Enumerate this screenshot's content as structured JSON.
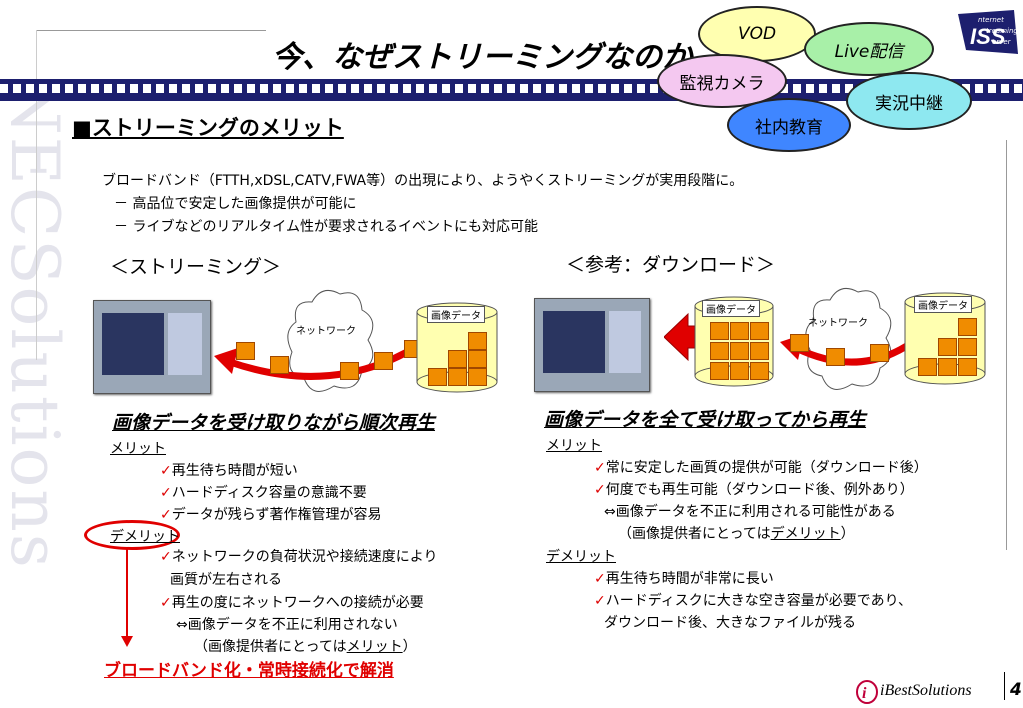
{
  "title": "今、なぜストリーミングなのか",
  "watermark": "NECSolutions",
  "tags": [
    "VOD",
    "Live配信",
    "監視カメラ",
    "実況中継",
    "社内教育"
  ],
  "logo": {
    "line1": "nternet",
    "line2": "treaming",
    "line3": "erver",
    "letters": "ISS"
  },
  "section_heading": "■ストリーミングのメリット",
  "intro": {
    "line1": "ブロードバンド（FTTH,xDSL,CATV,FWA等）の出現により、ようやくストリーミングが実用段階に。",
    "line2": "－ 高品位で安定した画像提供が可能に",
    "line3": "－ ライブなどのリアルタイム性が要求されるイベントにも対応可能"
  },
  "left": {
    "heading": "＜ストリーミング＞",
    "network_label": "ネットワーク",
    "data_label": "画像データ",
    "caption": "画像データを受け取りながら順次再生",
    "merit_label": "メリット",
    "merits": [
      "再生待ち時間が短い",
      "ハードディスク容量の意識不要",
      "データが残らず著作権管理が容易"
    ],
    "demerit_label": "デメリット",
    "demerits": [
      {
        "l1": "ネットワークの負荷状況や接続速度により",
        "l2": "画質が左右される"
      },
      {
        "l1": "再生の度にネットワークへの接続が必要",
        "l2": "⇔画像データを不正に利用されない",
        "l3a": "（画像提供者にとっては",
        "l3b": "メリット",
        "l3c": "）"
      }
    ],
    "conclusion": "ブロードバンド化・常時接続化で解消"
  },
  "right": {
    "heading": "＜参考：ダウンロード＞",
    "network_label": "ネットワーク",
    "data_label_a": "画像データ",
    "data_label_b": "画像データ",
    "caption": "画像データを全て受け取ってから再生",
    "merit_label": "メリット",
    "merits": [
      {
        "l1": "常に安定した画質の提供が可能（ダウンロード後）"
      },
      {
        "l1": "何度でも再生可能（ダウンロード後、例外あり）",
        "l2": "⇔画像データを不正に利用される可能性がある",
        "l3a": "（画像提供者にとっては",
        "l3b": "デメリット",
        "l3c": "）"
      }
    ],
    "demerit_label": "デメリット",
    "demerits": [
      {
        "l1": "再生待ち時間が非常に長い"
      },
      {
        "l1": "ハードディスクに大きな空き容量が必要であり、",
        "l2": "ダウンロード後、大きなファイルが残る"
      }
    ]
  },
  "footer": {
    "brand": "iBestSolutions",
    "page": "4"
  },
  "colors": {
    "film": "#1d1f6e",
    "accent_red": "#e00000",
    "orange": "#f08c00",
    "cylinder": "#ffffb0",
    "tag_yellow": "#ffffb0",
    "tag_green": "#a8f0a8",
    "tag_pink": "#f4c8f0",
    "tag_cyan": "#8ee8f0",
    "tag_blue": "#3f86ff"
  }
}
